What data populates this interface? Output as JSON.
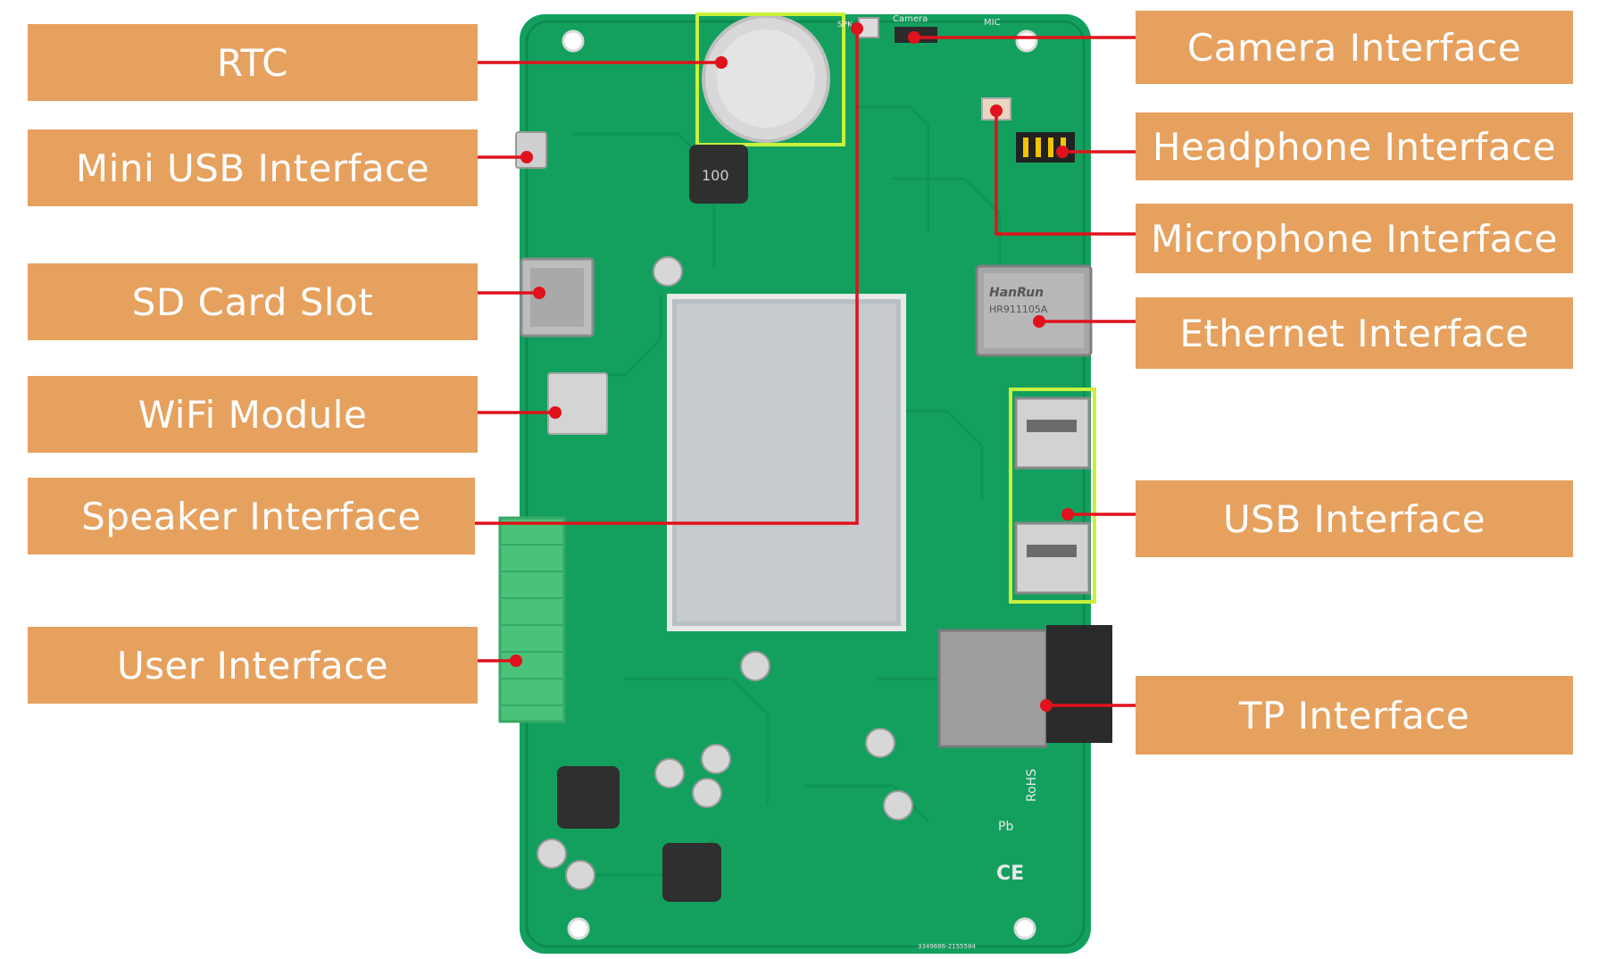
{
  "colors": {
    "label_bg": "#e6a15e",
    "label_text": "#ffffff",
    "leader_line": "#e0121b",
    "board": "#12a05e",
    "highlight_box": "#c8f03c"
  },
  "labels": {
    "rtc": "RTC",
    "mini_usb": "Mini USB Interface",
    "sd_card": "SD Card Slot",
    "wifi": "WiFi Module",
    "speaker": "Speaker Interface",
    "user": "User Interface",
    "camera": "Camera Interface",
    "headphone": "Headphone Interface",
    "microphone": "Microphone Interface",
    "ethernet": "Ethernet Interface",
    "usb": "USB Interface",
    "tp": "TP Interface"
  },
  "board_markings": {
    "camera": "Camera",
    "mic": "MIC",
    "spk": "SPK",
    "ethernet_brand": "HanRun",
    "ethernet_part": "HR911105A",
    "rohs": "RoHS",
    "pb": "Pb",
    "ce": "CE",
    "inductor": "100",
    "serial": "3349686-2155584"
  }
}
